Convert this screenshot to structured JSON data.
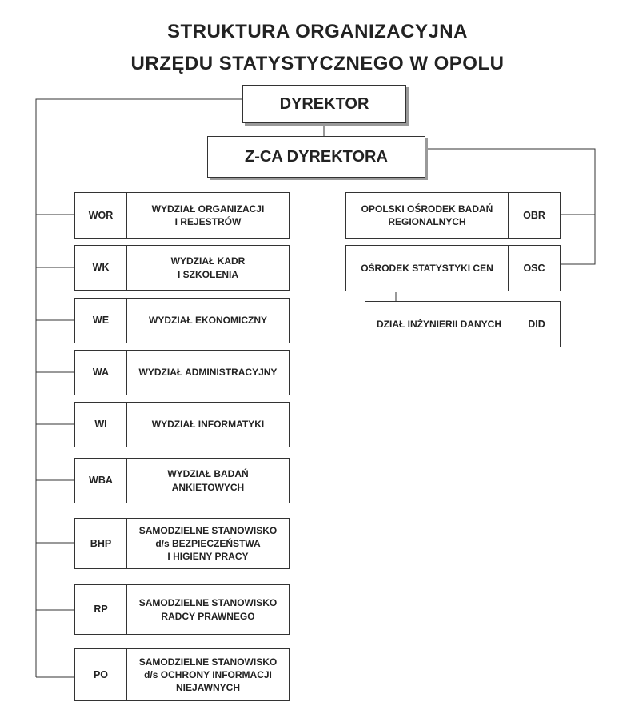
{
  "title": {
    "line1": "STRUKTURA  ORGANIZACYJNA",
    "line2": "URZĘDU  STATYSTYCZNEGO  W  OPOLU"
  },
  "director": "DYREKTOR",
  "deputy": "Z-CA DYREKTORA",
  "left_units": [
    {
      "code": "WOR",
      "name": "WYDZIAŁ ORGANIZACJI\nI REJESTRÓW"
    },
    {
      "code": "WK",
      "name": "WYDZIAŁ KADR\nI SZKOLENIA"
    },
    {
      "code": "WE",
      "name": "WYDZIAŁ EKONOMICZNY"
    },
    {
      "code": "WA",
      "name": "WYDZIAŁ ADMINISTRACYJNY"
    },
    {
      "code": "WI",
      "name": "WYDZIAŁ INFORMATYKI"
    },
    {
      "code": "WBA",
      "name": "WYDZIAŁ BADAŃ\nANKIETOWYCH"
    },
    {
      "code": "BHP",
      "name": "SAMODZIELNE STANOWISKO\nd/s BEZPIECZEŃSTWA\nI HIGIENY PRACY"
    },
    {
      "code": "RP",
      "name": "SAMODZIELNE STANOWISKO\nRADCY PRAWNEGO"
    },
    {
      "code": "PO",
      "name": "SAMODZIELNE STANOWISKO\nd/s  OCHRONY INFORMACJI\nNIEJAWNYCH"
    }
  ],
  "right_units": [
    {
      "code": "OBR",
      "name": "OPOLSKI OŚRODEK BADAŃ\nREGIONALNYCH"
    },
    {
      "code": "OSC",
      "name": "OŚRODEK STATYSTYKI CEN"
    },
    {
      "code": "DID",
      "name": "DZIAŁ INŻYNIERII DANYCH"
    }
  ]
}
